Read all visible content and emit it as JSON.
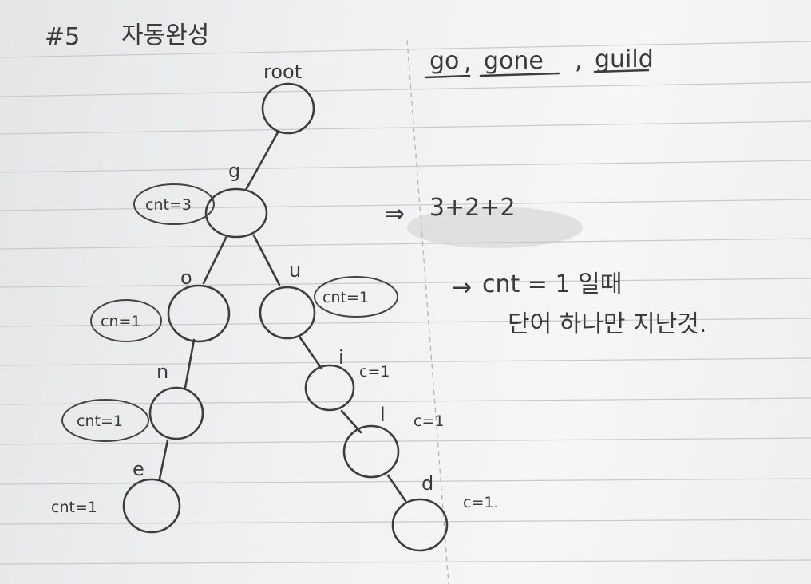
{
  "title": {
    "number": "#5",
    "korean": "자동완성"
  },
  "words": [
    "go",
    "gone",
    "guild"
  ],
  "words_separator": ",",
  "result_expression": "3+2+2",
  "result_arrow": "⇒",
  "explanation": {
    "arrow": "→",
    "line1": "cnt = 1 일때",
    "line2": "단어 하나만 지난것."
  },
  "trie": {
    "root_label": "root",
    "nodes": [
      {
        "id": "g",
        "letter": "g",
        "count_label": "cnt=3",
        "circled": true
      },
      {
        "id": "o",
        "letter": "o",
        "count_label": "cn=1",
        "circled": true
      },
      {
        "id": "u",
        "letter": "u",
        "count_label": "cnt=1",
        "circled": true
      },
      {
        "id": "n",
        "letter": "n",
        "count_label": "cnt=1",
        "circled": true
      },
      {
        "id": "i",
        "letter": "i",
        "count_label": "c=1",
        "circled": false
      },
      {
        "id": "e",
        "letter": "e",
        "count_label": "cnt=1",
        "circled": false
      },
      {
        "id": "l",
        "letter": "l",
        "count_label": "c=1",
        "circled": false
      },
      {
        "id": "d",
        "letter": "d",
        "count_label": "c=1.",
        "circled": false
      }
    ]
  }
}
